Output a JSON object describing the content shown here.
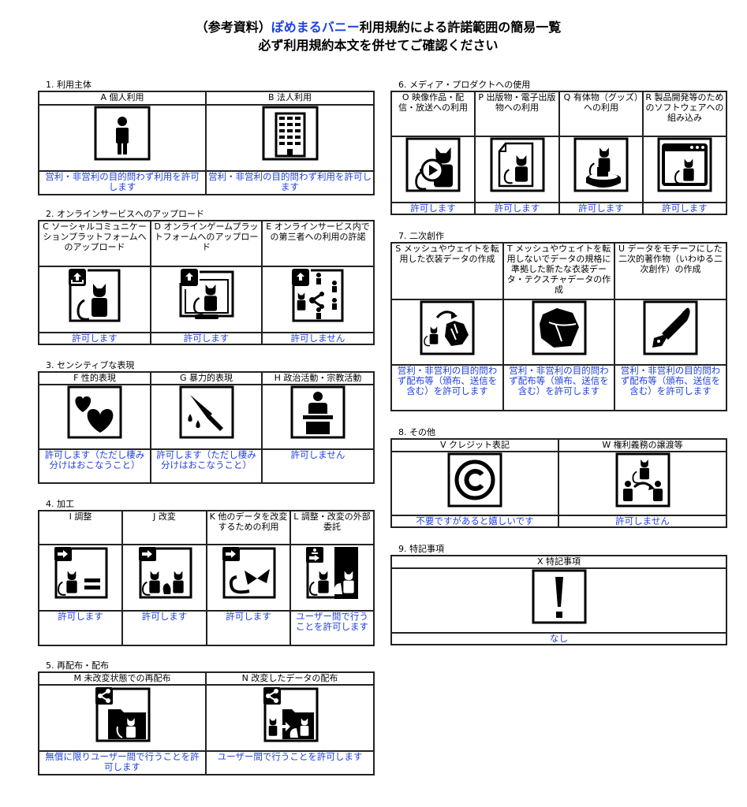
{
  "title": {
    "line1_prefix": "（参考資料）",
    "line1_brand": "ぽめまるバニー",
    "line1_suffix": "利用規約による許諾範囲の簡易一覧",
    "line2": "必ず利用規約本文を併せてご確認ください"
  },
  "colors": {
    "accent": "#1a3fe6",
    "result_text": "#1f3fe0",
    "border": "#222222"
  },
  "sections": [
    {
      "label": "1. 利用主体",
      "items": [
        {
          "header": "A 個人利用",
          "icon": "person-icon",
          "result": "営利・非営利の目的問わず利用を許可します"
        },
        {
          "header": "B 法人利用",
          "icon": "building-icon",
          "result": "営利・非営利の目的問わず利用を許可します"
        }
      ]
    },
    {
      "label": "2. オンラインサービスへのアップロード",
      "items": [
        {
          "header": "C ソーシャルコミュニケーションプラットフォームへのアップロード",
          "icon": "upload-sns-icon",
          "result": "許可します"
        },
        {
          "header": "D オンラインゲームプラットフォームへのアップロード",
          "icon": "upload-game-icon",
          "result": "許可します"
        },
        {
          "header": "E オンラインサービス内での第三者への利用の許諾",
          "icon": "share-third-party-icon",
          "result": "許可しません"
        }
      ]
    },
    {
      "label": "3. センシティブな表現",
      "items": [
        {
          "header": "F 性的表現",
          "icon": "hearts-icon",
          "result": "許可します（ただし棲み分けはおこなうこと）"
        },
        {
          "header": "G 暴力的表現",
          "icon": "knife-icon",
          "result": "許可します（ただし棲み分けはおこなうこと）"
        },
        {
          "header": "H 政治活動・宗教活動",
          "icon": "podium-speaker-icon",
          "result": "許可しません"
        }
      ]
    },
    {
      "label": "4. 加工",
      "items": [
        {
          "header": "I 調整",
          "icon": "adjust-icon",
          "result": "許可します"
        },
        {
          "header": "J 改変",
          "icon": "modify-icon",
          "result": "許可します"
        },
        {
          "header": "K 他のデータを改変するための利用",
          "icon": "use-for-other-data-icon",
          "result": "許可します"
        },
        {
          "header": "L 調整・改変の外部委託",
          "icon": "outsourcing-icon",
          "result": "ユーザー間で行うことを許可します"
        }
      ]
    },
    {
      "label": "5. 再配布・配布",
      "items": [
        {
          "header": "M 未改変状態での再配布",
          "icon": "redistribute-folder-icon",
          "result": "無償に限りユーザー間で行うことを許可します"
        },
        {
          "header": "N 改変したデータの配布",
          "icon": "distribute-modified-icon",
          "result": "ユーザー間で行うことを許可します"
        }
      ]
    },
    {
      "label": "6. メディア・プロダクトへの使用",
      "items": [
        {
          "header": "O 映像作品・配信・放送への利用",
          "icon": "video-play-icon",
          "result": "許可します"
        },
        {
          "header": "P 出版物・電子出版物への利用",
          "icon": "document-icon",
          "result": "許可します"
        },
        {
          "header": "Q 有体物（グッズ）への利用",
          "icon": "figure-goods-icon",
          "result": "許可します"
        },
        {
          "header": "R 製品開発等のためのソフトウェアへの組み込み",
          "icon": "software-window-icon",
          "result": "許可します"
        }
      ]
    },
    {
      "label": "7. 二次創作",
      "items": [
        {
          "header": "S メッシュやウェイトを転用した衣装データの作成",
          "icon": "costume-transfer-icon",
          "result": "営利・非営利の目的問わず配布等（頒布、送信を含む）を許可します"
        },
        {
          "header": "T メッシュやウェイトを転用しないでデータの規格に準拠した新たな衣装データ・テクスチャデータの作成",
          "icon": "costume-icon",
          "result": "営利・非営利の目的問わず配布等（頒布、送信を含む）を許可します"
        },
        {
          "header": "U データをモチーフにした二次的著作物（いわゆる二次創作）の作成",
          "icon": "pen-nib-icon",
          "result": "営利・非営利の目的問わず配布等（頒布、送信を含む）を許可します"
        }
      ]
    },
    {
      "label": "8. その他",
      "items": [
        {
          "header": "V クレジット表記",
          "icon": "copyright-icon",
          "result": "不要ですがあると嬉しいです"
        },
        {
          "header": "W 権利義務の譲渡等",
          "icon": "rights-transfer-icon",
          "result": "許可しません"
        }
      ]
    },
    {
      "label": "9. 特記事項",
      "items": [
        {
          "header": "X 特記事項",
          "icon": "exclamation-icon",
          "result": "なし"
        }
      ]
    }
  ]
}
